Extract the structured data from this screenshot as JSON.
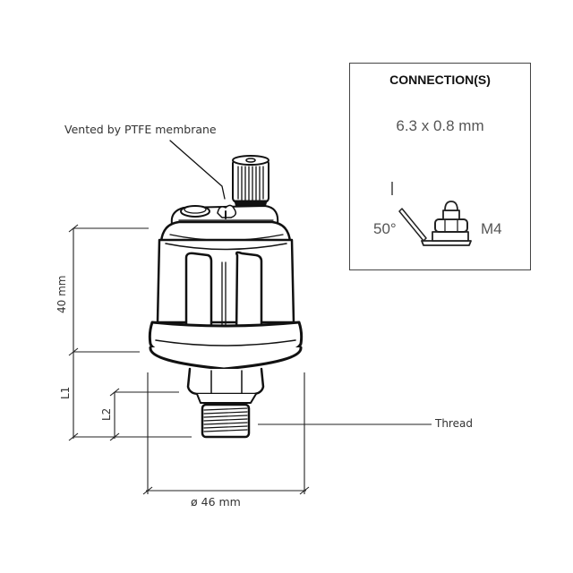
{
  "annotations": {
    "vent": "Vented by PTFE membrane",
    "thread": "Thread",
    "diameter": "ø 46 mm",
    "height": "40 mm",
    "l1": "L1",
    "l2": "L2"
  },
  "connection_box": {
    "title": "CONNECTION(S)",
    "size": "6.3 x 0.8 mm",
    "angle": "50°",
    "thread": "M4"
  }
}
